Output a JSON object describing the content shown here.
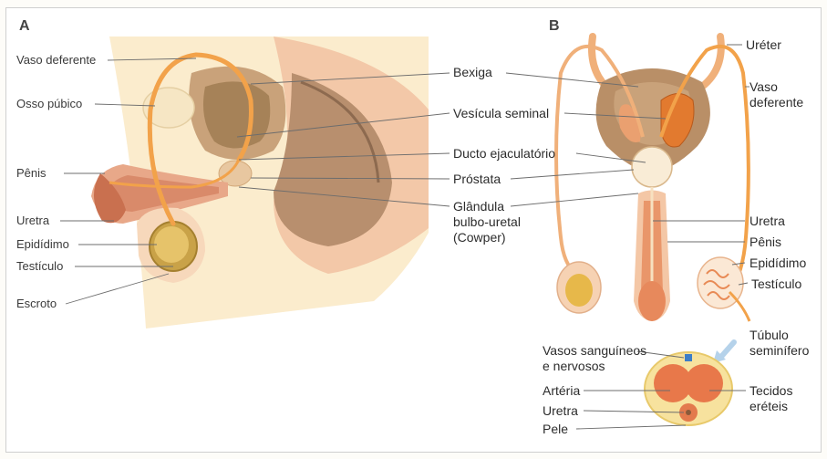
{
  "panels": {
    "a": "A",
    "b": "B"
  },
  "labels_a": {
    "vaso_deferente": "Vaso deferente",
    "osso_pubico": "Osso púbico",
    "penis": "Pênis",
    "uretra": "Uretra",
    "epididimo": "Epidídimo",
    "testiculo": "Testículo",
    "escroto": "Escroto"
  },
  "labels_center": {
    "bexiga": "Bexiga",
    "vesicula_seminal": "Vesícula seminal",
    "ducto_ejaculatorio": "Ducto ejaculatório",
    "prostata": "Próstata",
    "glandula_line1": "Glândula",
    "glandula_line2": "bulbo-uretal",
    "glandula_line3": "(Cowper)"
  },
  "labels_b": {
    "ureter": "Uréter",
    "vaso_line1": "Vaso",
    "vaso_line2": "deferente",
    "uretra": "Uretra",
    "penis": "Pênis",
    "epididimo": "Epidídimo",
    "testiculo": "Testículo",
    "tubulo_line1": "Túbulo",
    "tubulo_line2": "seminífero"
  },
  "labels_section": {
    "vasos_line1": "Vasos sanguíneos",
    "vasos_line2": "e nervosos",
    "arteria": "Artéria",
    "uretra": "Uretra",
    "pele": "Pele",
    "tecidos_line1": "Tecidos",
    "tecidos_line2": "eréteis"
  },
  "colors": {
    "skin": "#f6d9b8",
    "bladder": "#b9936b",
    "tube": "#f0a24a",
    "erectile": "#e88a55",
    "testis": "#e6b34a"
  }
}
